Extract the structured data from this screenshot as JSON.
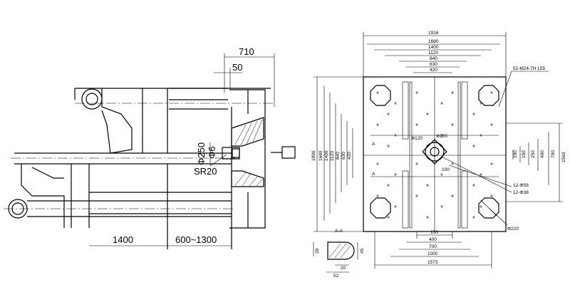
{
  "side_view": {
    "dim_710": "710",
    "dim_50": "50",
    "dim_phi250": "Φ250",
    "dim_phi6": "Φ6",
    "dim_sr20": "SR20",
    "dim_1400": "1400",
    "dim_600_1300": "600~1300"
  },
  "platen_view": {
    "horiz_dims": [
      "1916",
      "1680",
      "1400",
      "1120",
      "840",
      "630",
      "420"
    ],
    "vert_dims_left": [
      "1896",
      "1680",
      "1400",
      "1120",
      "840",
      "630",
      "420"
    ],
    "vert_dims_right": [
      "100",
      "150",
      "250",
      "400",
      "700",
      "1563"
    ],
    "bottom_dims": [
      "150",
      "400",
      "700",
      "1000",
      "1573"
    ],
    "thread_callout": "52-M24-7H L55",
    "hole_58": "12-Φ58",
    "hole_38": "12-Φ38",
    "hole_220": "Φ220",
    "center_dim_120": "Φ120",
    "center_dim_200": "Φ200",
    "center_dim_100": "100",
    "section_mark": "A",
    "section_mark_2": "A"
  },
  "section_detail": {
    "title": "A-A",
    "dim_52": "52",
    "dim_20": "20",
    "dim_45": "45",
    "dim_28": "28"
  }
}
